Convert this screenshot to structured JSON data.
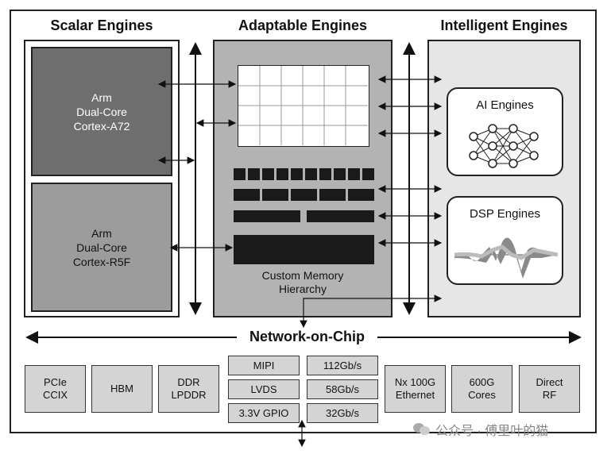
{
  "scalar": {
    "title": "Scalar Engines",
    "core_a72": "Arm\nDual-Core\nCortex-A72",
    "core_r5f": "Arm\nDual-Core\nCortex-R5F"
  },
  "adaptable": {
    "title": "Adaptable Engines",
    "memory_label": "Custom Memory\nHierarchy"
  },
  "intelligent": {
    "title": "Intelligent Engines",
    "ai": "AI Engines",
    "dsp": "DSP Engines"
  },
  "noc": {
    "label": "Network-on-Chip"
  },
  "io": {
    "pcie": "PCIe\nCCIX",
    "hbm": "HBM",
    "ddr": "DDR\nLPDDR",
    "mipi": "MIPI",
    "lvds": "LVDS",
    "gpio": "3.3V GPIO",
    "r112": "112Gb/s",
    "r58": "58Gb/s",
    "r32": "32Gb/s",
    "eth": "Nx 100G\nEthernet",
    "cores600": "600G\nCores",
    "rf": "Direct\nRF"
  },
  "watermark": "公众号 · 傅里叶的猫",
  "colors": {
    "panel_gray": "#b3b3b3",
    "core_dark": "#6e6e6e",
    "core_mid": "#9c9c9c",
    "intel_bg": "#e6e6e6",
    "io_gray": "#d4d4d4"
  }
}
